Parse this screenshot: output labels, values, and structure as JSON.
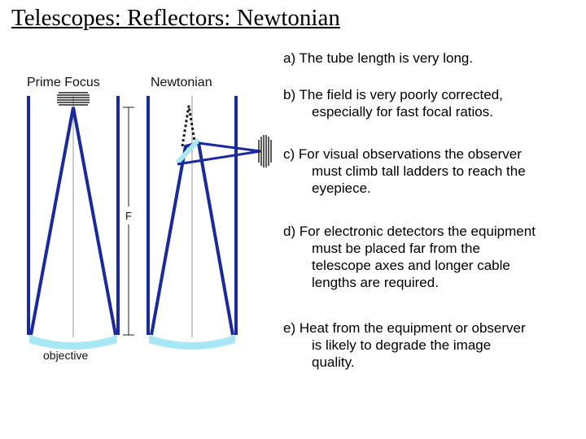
{
  "title": "Telescopes: Reflectors: Newtonian",
  "diagram": {
    "label_prime_focus": "Prime Focus",
    "label_newtonian": "Newtonian",
    "label_focal_length": "F",
    "label_objective": "objective",
    "colors": {
      "tube": "#1a2a9c",
      "mirror": "#a8e8f4",
      "light_path": "#1a2a9c"
    }
  },
  "items": [
    {
      "first": "a)   The tube length is very long.",
      "rest": []
    },
    {
      "first": "b) The field is very poorly corrected,",
      "rest": [
        "especially for fast focal ratios."
      ]
    },
    {
      "first": "c) For visual observations the observer",
      "rest": [
        "must climb tall ladders to reach the",
        "eyepiece."
      ]
    },
    {
      "first": "d) For electronic detectors the equipment",
      "rest": [
        "must be placed far from the",
        "telescope axes and longer cable",
        "lengths are required."
      ]
    },
    {
      "first": "e) Heat from the equipment or observer",
      "rest": [
        "is likely to degrade the image",
        "quality."
      ]
    }
  ]
}
